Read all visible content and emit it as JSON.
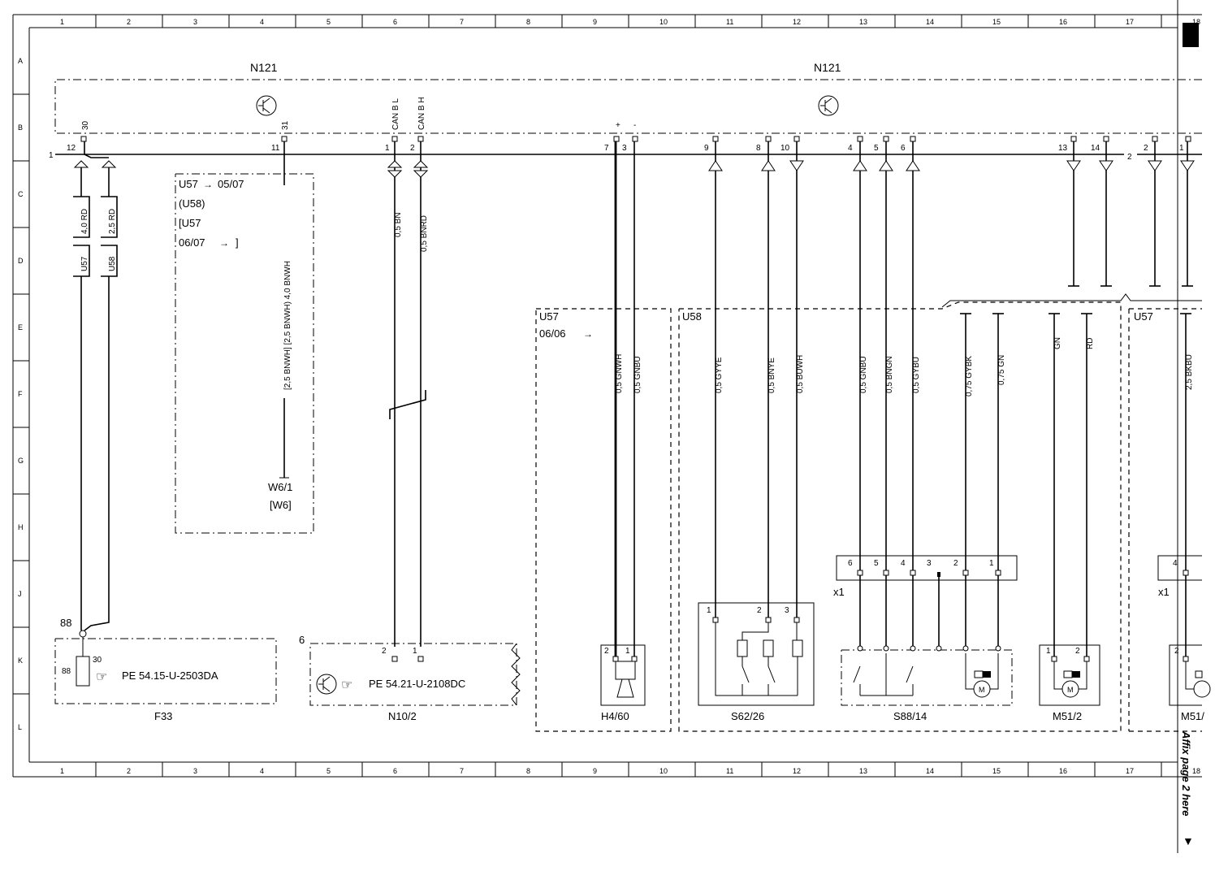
{
  "sheet": {
    "column_numbers": [
      "1",
      "2",
      "3",
      "4",
      "5",
      "6",
      "7",
      "8",
      "9",
      "10",
      "11",
      "12",
      "13",
      "14",
      "15",
      "16",
      "17",
      "18"
    ],
    "row_letters": [
      "A",
      "B",
      "C",
      "D",
      "E",
      "F",
      "G",
      "H",
      "J",
      "K",
      "L"
    ],
    "affix_note": "Affix page 2 here"
  },
  "modules": {
    "n121_left": "N121",
    "n121_right": "N121",
    "bus_start": "1",
    "bus_continue": "2"
  },
  "pins": {
    "p12": "12",
    "p11": "11",
    "p1": "1",
    "p2": "2",
    "p7": "7",
    "p3": "3",
    "p9": "9",
    "p8": "8",
    "p10": "10",
    "p4": "4",
    "p5": "5",
    "p6": "6",
    "p13": "13",
    "p14": "14",
    "p2b": "2",
    "p1b": "1",
    "sig30": "30",
    "sig31": "31",
    "can_l": "CAN B L",
    "can_h": "CAN B H",
    "plus": "+",
    "minus": "-"
  },
  "notes": {
    "l1": "U57",
    "l1b": "05/07",
    "l2": "(U58)",
    "l3": "[U57",
    "l4": "06/07",
    "l4b": "]",
    "u57_box": "U57",
    "u57_box_date": "06/06",
    "u58_box": "U58",
    "u57_right": "U57"
  },
  "wire_labels": {
    "rd4": "4,0 RD",
    "rd25": "2,5 RD",
    "u57": "U57",
    "u58": "U58",
    "bnwh": "[2,5 BNWH] [2,5 BNWH) 4,0 BNWH",
    "bn": "0,5 BN",
    "bnrd": "0,5 BNRD",
    "gnwh": "0,5 GNWH",
    "gnbu": "0,5 GNBU",
    "gyye": "0,5 GYYE",
    "bnye": "0,5 BNYE",
    "buwh": "0,5 BUWH",
    "gnbu2": "0,5 GNBU",
    "bngn": "0,5 BNGN",
    "gybu": "0,5 GYBU",
    "gybk": "0,75 GYBK",
    "gn075": "0,75 GN",
    "gn": "GN",
    "rd": "RD",
    "bkbu": "2,5 BKBU"
  },
  "components": {
    "w6_1": "W6/1",
    "w6": "[W6]",
    "f33": "F33",
    "f33_88": "88",
    "f33_ref": "PE 54.15-U-2503DA",
    "f33_in": "88",
    "f33_out": "30",
    "n10_2": "N10/2",
    "n10_ref": "PE 54.21-U-2108DC",
    "n10_pin": "6",
    "h4_60": "H4/60",
    "s62_26": "S62/26",
    "s88_14": "S88/14",
    "m51_2": "M51/2",
    "m51_cut": "M51/",
    "x1_left": "x1",
    "x1_right": "x1",
    "x1_pins": [
      "6",
      "5",
      "4",
      "3",
      "2",
      "1"
    ],
    "x1_right_pin": "4",
    "s62_pins": [
      "1",
      "2",
      "3"
    ],
    "m51_pins": [
      "1",
      "2"
    ],
    "m51c_pin": "2",
    "n10_pins": [
      "2",
      "1"
    ],
    "h4_pins": [
      "2",
      "1"
    ]
  }
}
